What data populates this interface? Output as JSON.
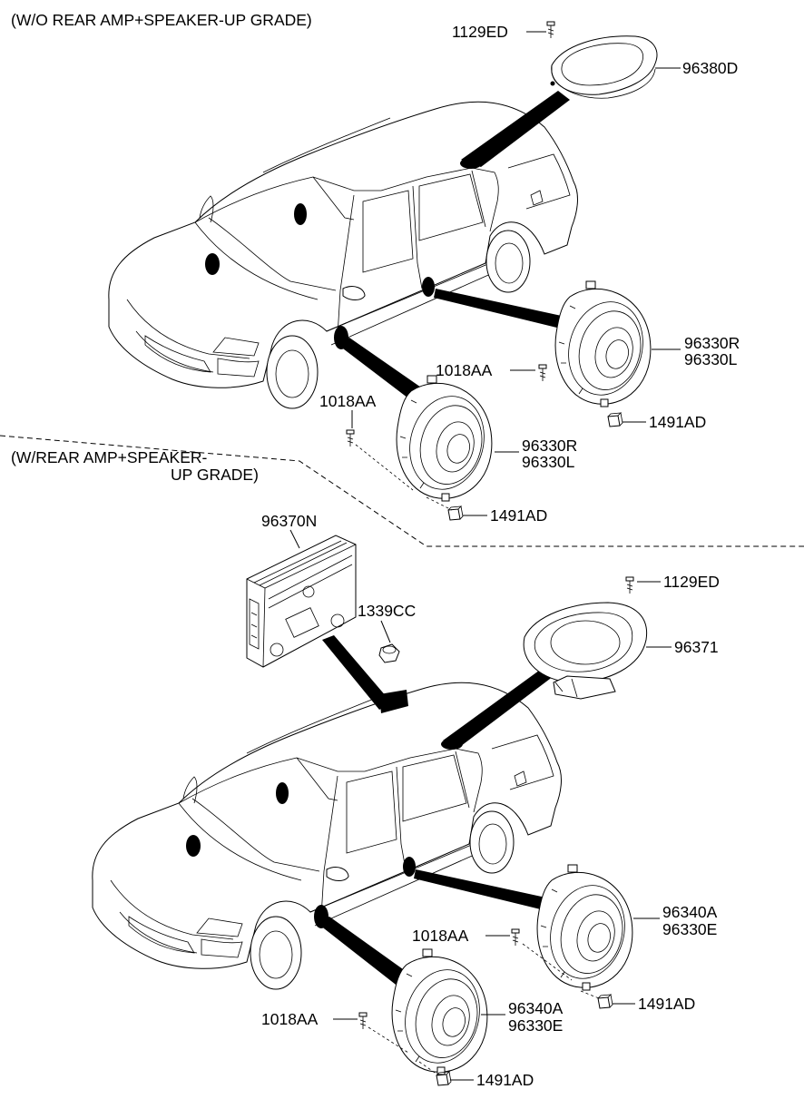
{
  "sections": {
    "without": {
      "title": "(W/O REAR AMP+SPEAKER-UP GRADE)",
      "parts": {
        "screw_top": "1129ED",
        "top_speaker": "96380D",
        "rear_speaker": [
          "96330R",
          "96330L"
        ],
        "rear_screw": "1018AA",
        "rear_clip": "1491AD",
        "front_screw": "1018AA",
        "front_speaker": [
          "96330R",
          "96330L"
        ],
        "front_clip": "1491AD"
      }
    },
    "with": {
      "title": [
        "(W/REAR AMP+SPEAKER-",
        "UP GRADE)"
      ],
      "parts": {
        "amp": "96370N",
        "nut": "1339CC",
        "screw_top": "1129ED",
        "top_speaker": "96371",
        "rear_speaker": [
          "96340A",
          "96330E"
        ],
        "rear_screw": "1018AA",
        "rear_clip": "1491AD",
        "front_screw": "1018AA",
        "front_speaker": [
          "96340A",
          "96330E"
        ],
        "front_clip": "1491AD"
      }
    }
  }
}
